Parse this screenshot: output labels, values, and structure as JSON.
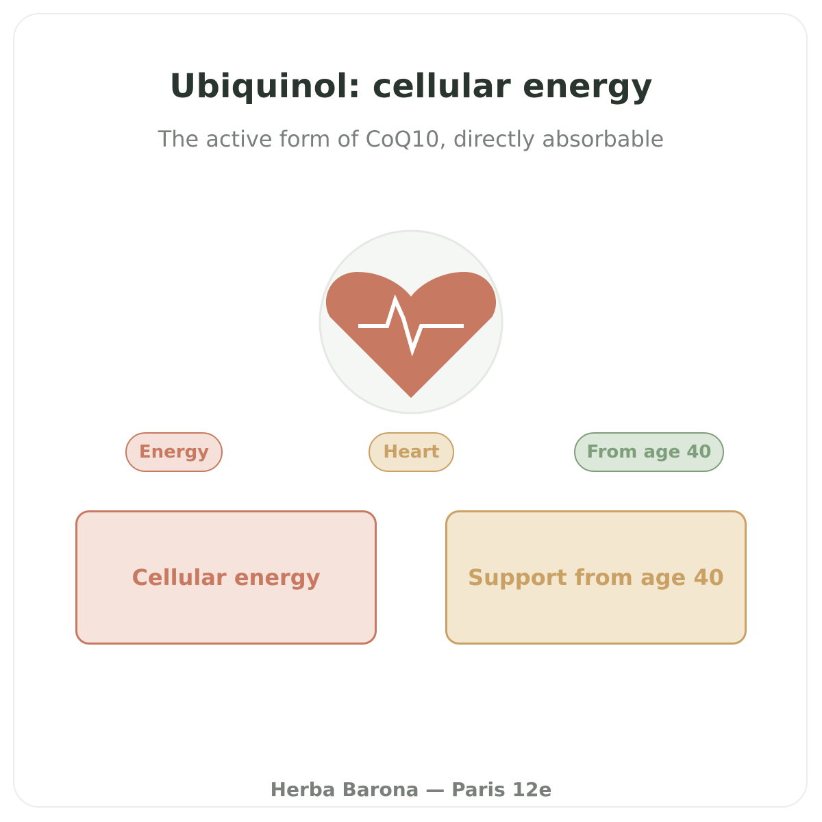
{
  "header": {
    "title": "Ubiquinol: cellular energy",
    "subtitle": "The active form of CoQ10, directly absorbable"
  },
  "hero_icon": {
    "name": "heart-pulse-icon",
    "color": "#c77a61",
    "background": "#f5f7f4"
  },
  "tags": [
    {
      "label": "Energy",
      "color": "#c77a61"
    },
    {
      "label": "Heart",
      "color": "#c9a165"
    },
    {
      "label": "From age 40",
      "color": "#7f9e7c"
    }
  ],
  "benefits": [
    {
      "label": "Cellular energy",
      "color": "#c77a61"
    },
    {
      "label": "Support from age 40",
      "color": "#c9a165"
    }
  ],
  "footer": {
    "text": "Herba Barona — Paris 12e"
  }
}
